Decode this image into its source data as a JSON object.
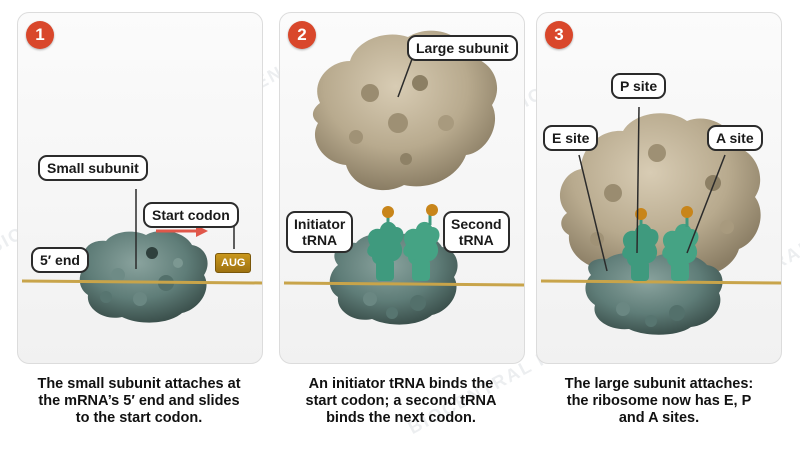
{
  "watermark": "BIOCENTRAL IB",
  "colors": {
    "badge": "#d9472b",
    "small_subunit": "#5f7d78",
    "large_subunit": "#b8aa8e",
    "trna": "#3f9a7e",
    "mrna": "#c8a44a",
    "arrow": "#e0574a"
  },
  "panels": [
    {
      "number": "1",
      "labels": {
        "small_subunit": "Small subunit",
        "start_codon": "Start codon",
        "five_end": "5′ end",
        "aug": "AUG"
      },
      "caption_lines": [
        "The small subunit attaches at",
        "the mRNA’s 5′ end and slides",
        "to the start codon."
      ]
    },
    {
      "number": "2",
      "labels": {
        "large_subunit": "Large subunit",
        "initiator_line1": "Initiator",
        "initiator_line2": "tRNA",
        "second_line1": "Second",
        "second_line2": "tRNA"
      },
      "caption_lines": [
        "An initiator tRNA binds the",
        "start codon; a second tRNA",
        "binds the next codon."
      ]
    },
    {
      "number": "3",
      "labels": {
        "e_site": "E site",
        "p_site": "P site",
        "a_site": "A site"
      },
      "caption_lines": [
        "The large subunit attaches:",
        "the ribosome now has E, P",
        "and A sites."
      ]
    }
  ]
}
